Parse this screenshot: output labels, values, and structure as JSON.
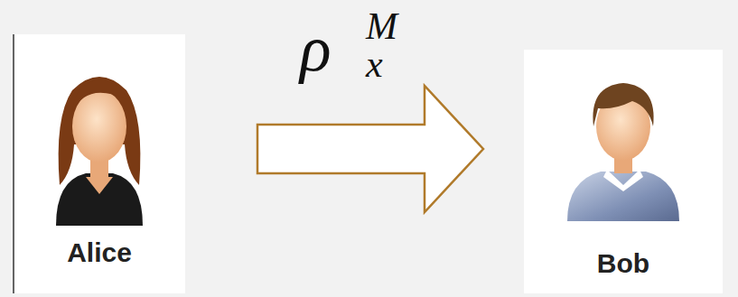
{
  "diagram": {
    "nodes": [
      {
        "text": [
          "Alice"
        ]
      },
      {
        "text": [
          "Bob"
        ]
      }
    ],
    "edges": [
      {
        "from": 0,
        "to": 1,
        "arrow": "to",
        "label": "ρ"
      }
    ],
    "labels": [
      "M",
      "x"
    ]
  }
}
